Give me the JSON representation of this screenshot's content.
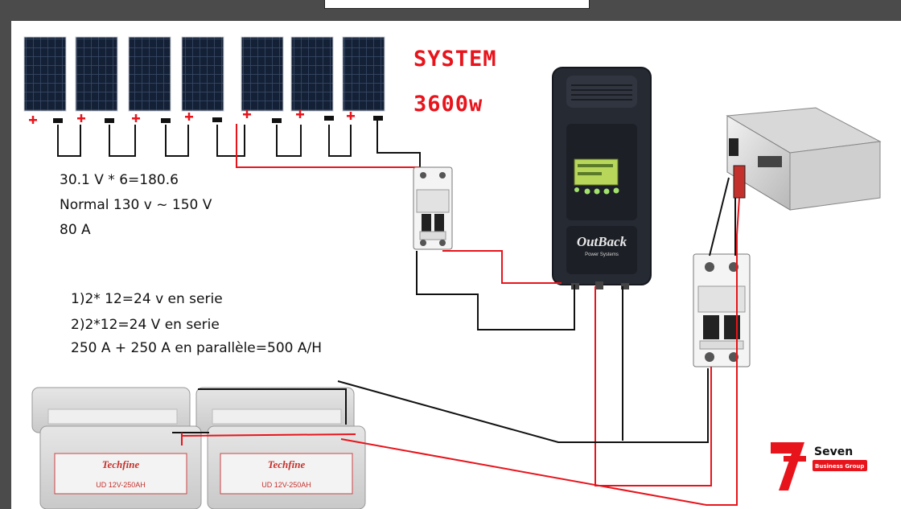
{
  "title": {
    "line1": "SYSTEM",
    "line2": "3600w"
  },
  "panels": {
    "count": 7,
    "terminals": {
      "positive": "+",
      "negative": "-"
    }
  },
  "notes": {
    "panel_spec": [
      "30.1 V * 6=180.6",
      "Normal 130 v ~ 150 V",
      "80 A"
    ],
    "battery_spec": [
      "1)2* 12=24 v en serie",
      "2)2*12=24 V en serie",
      "250 A + 250 A en parallèle=500 A/H"
    ]
  },
  "controller": {
    "brand": "OutBack",
    "subtitle": "Power Systems"
  },
  "batteries": {
    "brand": "Techfine",
    "model": "UD 12V-250AH"
  },
  "logo": {
    "numeral": "7",
    "name": "Seven",
    "subtitle": "Business Group"
  },
  "colors": {
    "positive_wire": "#e8141c",
    "negative_wire": "#111111",
    "panel_cell": "#132036",
    "title": "#e8141c",
    "controller": "#262a33"
  }
}
